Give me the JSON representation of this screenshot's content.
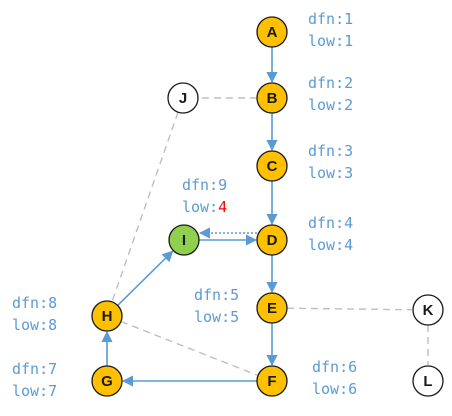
{
  "colors": {
    "orange": "#ffc000",
    "green": "#8fd14f",
    "white": "#ffffff",
    "tree_edge": "#5b9bd5",
    "back_edge": "#bfbfbf",
    "annotation": "#5b9bd5",
    "highlight": "#ff0000"
  },
  "nodes": [
    {
      "id": "A",
      "label": "A",
      "fill": "orange"
    },
    {
      "id": "B",
      "label": "B",
      "fill": "orange"
    },
    {
      "id": "C",
      "label": "C",
      "fill": "orange"
    },
    {
      "id": "D",
      "label": "D",
      "fill": "orange"
    },
    {
      "id": "E",
      "label": "E",
      "fill": "orange"
    },
    {
      "id": "F",
      "label": "F",
      "fill": "orange"
    },
    {
      "id": "G",
      "label": "G",
      "fill": "orange"
    },
    {
      "id": "H",
      "label": "H",
      "fill": "orange"
    },
    {
      "id": "I",
      "label": "I",
      "fill": "green"
    },
    {
      "id": "J",
      "label": "J",
      "fill": "white"
    },
    {
      "id": "K",
      "label": "K",
      "fill": "white"
    },
    {
      "id": "L",
      "label": "L",
      "fill": "white"
    }
  ],
  "edges": [
    {
      "from": "A",
      "to": "B",
      "kind": "tree"
    },
    {
      "from": "B",
      "to": "C",
      "kind": "tree"
    },
    {
      "from": "C",
      "to": "D",
      "kind": "tree"
    },
    {
      "from": "D",
      "to": "E",
      "kind": "tree"
    },
    {
      "from": "E",
      "to": "F",
      "kind": "tree"
    },
    {
      "from": "F",
      "to": "G",
      "kind": "tree"
    },
    {
      "from": "G",
      "to": "H",
      "kind": "tree"
    },
    {
      "from": "H",
      "to": "I",
      "kind": "tree"
    },
    {
      "from": "I",
      "to": "D",
      "kind": "tree"
    },
    {
      "from": "D",
      "to": "I",
      "kind": "update"
    },
    {
      "from": "B",
      "to": "J",
      "kind": "back"
    },
    {
      "from": "J",
      "to": "H",
      "kind": "back"
    },
    {
      "from": "H",
      "to": "F",
      "kind": "back"
    },
    {
      "from": "E",
      "to": "K",
      "kind": "back"
    },
    {
      "from": "K",
      "to": "L",
      "kind": "back"
    }
  ],
  "annotations": [
    {
      "node": "A",
      "dfn": "dfn:1",
      "low_prefix": "low:",
      "low_value": "1",
      "low_highlight": false
    },
    {
      "node": "B",
      "dfn": "dfn:2",
      "low_prefix": "low:",
      "low_value": "2",
      "low_highlight": false
    },
    {
      "node": "C",
      "dfn": "dfn:3",
      "low_prefix": "low:",
      "low_value": "3",
      "low_highlight": false
    },
    {
      "node": "D",
      "dfn": "dfn:4",
      "low_prefix": "low:",
      "low_value": "4",
      "low_highlight": false
    },
    {
      "node": "E",
      "dfn": "dfn:5",
      "low_prefix": "low:",
      "low_value": "5",
      "low_highlight": false
    },
    {
      "node": "F",
      "dfn": "dfn:6",
      "low_prefix": "low:",
      "low_value": "6",
      "low_highlight": false
    },
    {
      "node": "G",
      "dfn": "dfn:7",
      "low_prefix": "low:",
      "low_value": "7",
      "low_highlight": false
    },
    {
      "node": "H",
      "dfn": "dfn:8",
      "low_prefix": "low:",
      "low_value": "8",
      "low_highlight": false
    },
    {
      "node": "I",
      "dfn": "dfn:9",
      "low_prefix": "low:",
      "low_value": "4",
      "low_highlight": true
    }
  ]
}
